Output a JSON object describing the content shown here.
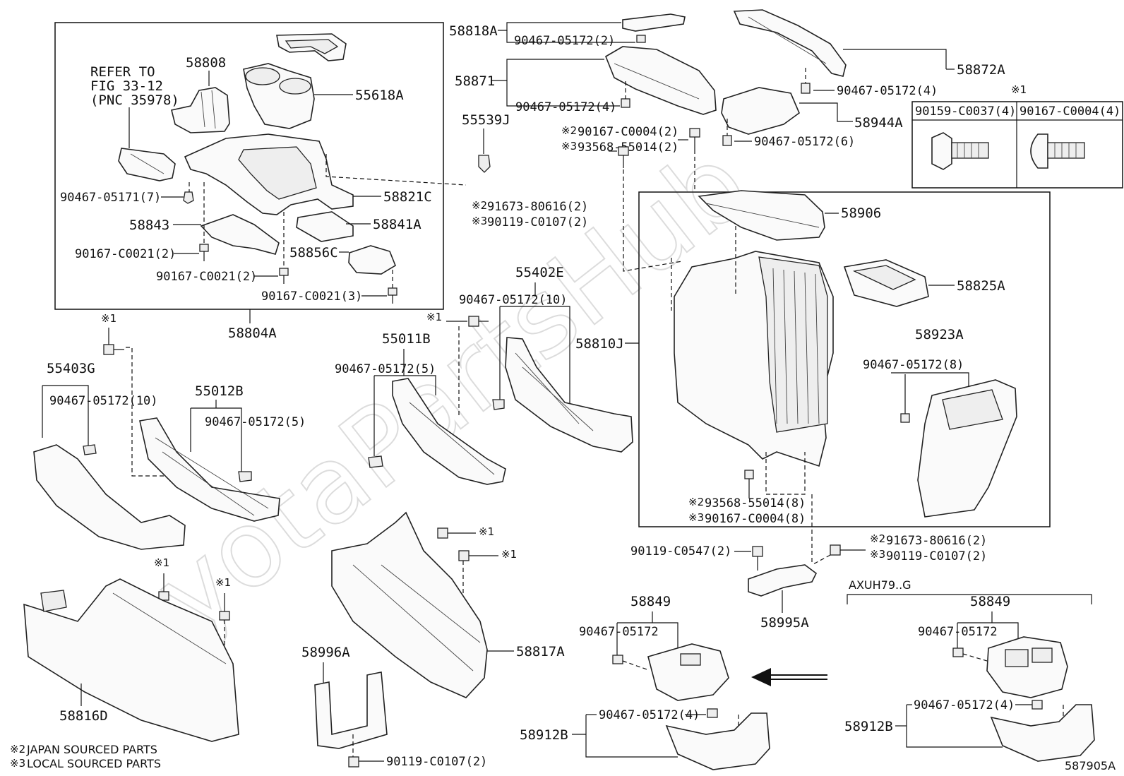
{
  "watermark": "ToyotaPartsHub",
  "labels": {
    "p58818A": "58818A",
    "f58818A": "90467-05172(2)",
    "p58871": "58871",
    "f58871": "90467-05172(4)",
    "p58872A": "58872A",
    "f58872A": "90467-05172(4)",
    "p58944A": "58944A",
    "f58944A": "90467-05172(6)",
    "p55539J": "55539J",
    "s2_top": "90167-C0004(2)",
    "s3_top": "93568-55014(2)",
    "tbl_c1": "90159-C0037(4)",
    "tbl_c2": "90167-C0004(4)",
    "p58808": "58808",
    "p55618A": "55618A",
    "refer1": "REFER TO",
    "refer2": "FIG 33-12",
    "refer3": "(PNC 35978)",
    "p58821C": "58821C",
    "f90467_05171": "90467-05171(7)",
    "p58843": "58843",
    "p58841A": "58841A",
    "b1": "90167-C0021(2)",
    "p58856C": "58856C",
    "b2": "90167-C0021(2)",
    "b3": "90167-C0021(3)",
    "p58804A": "58804A",
    "s2_mid": "91673-80616(2)",
    "s3_mid": "90119-C0107(2)",
    "p58906": "58906",
    "p58825A": "58825A",
    "p58810J": "58810J",
    "p58923A": "58923A",
    "f58923A": "90467-05172(8)",
    "s2_bot": "93568-55014(8)",
    "s3_bot": "90167-C0004(8)",
    "p55402E": "55402E",
    "f55402E": "90467-05172(10)",
    "p55011B": "55011B",
    "f55011B": "90467-05172(5)",
    "p55403G": "55403G",
    "f55403G": "90467-05172(10)",
    "p55012B": "55012B",
    "f55012B": "90467-05172(5)",
    "f90119_C0547": "90119-C0547(2)",
    "s2_br": "91673-80616(2)",
    "s3_br": "90119-C0107(2)",
    "p58995A": "58995A",
    "variant": "AXUH79..G",
    "p58849_l": "58849",
    "f58849_l": "90467-05172",
    "p58849_r": "58849",
    "f58849_r": "90467-05172",
    "p58912B_l": "58912B",
    "f58912B_l": "90467-05172(4)",
    "p58912B_r": "58912B",
    "f58912B_r": "90467-05172(4)",
    "p58817A": "58817A",
    "p58996A": "58996A",
    "f58996A": "90119-C0107(2)",
    "p58816D": "58816D",
    "note1": "JAPAN SOURCED PARTS",
    "note2": "LOCAL SOURCED PARTS",
    "fig": "587905A",
    "mk1": "※1",
    "mk2": "※2",
    "mk3": "※3"
  }
}
